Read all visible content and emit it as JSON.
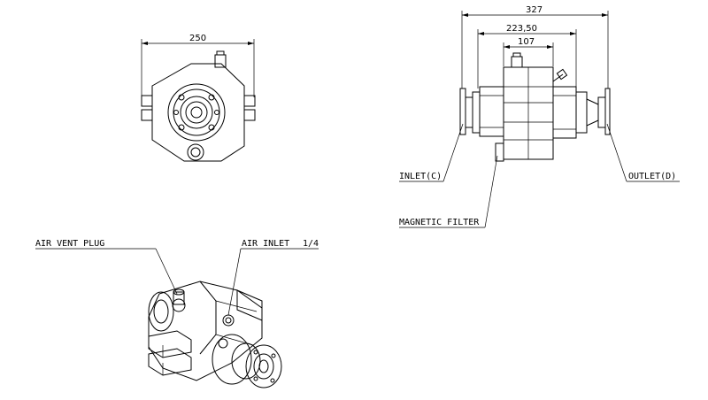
{
  "dimensions": {
    "front_width": "250",
    "side_overall": "327",
    "side_middle": "223,50",
    "side_inner": "107"
  },
  "labels": {
    "inlet": "INLET(C)",
    "outlet": "OUTLET(D)",
    "magnetic_filter": "MAGNETIC FILTER",
    "air_vent_plug": "AIR VENT PLUG",
    "air_inlet": "AIR INLET",
    "air_inlet_size": "1/4"
  }
}
